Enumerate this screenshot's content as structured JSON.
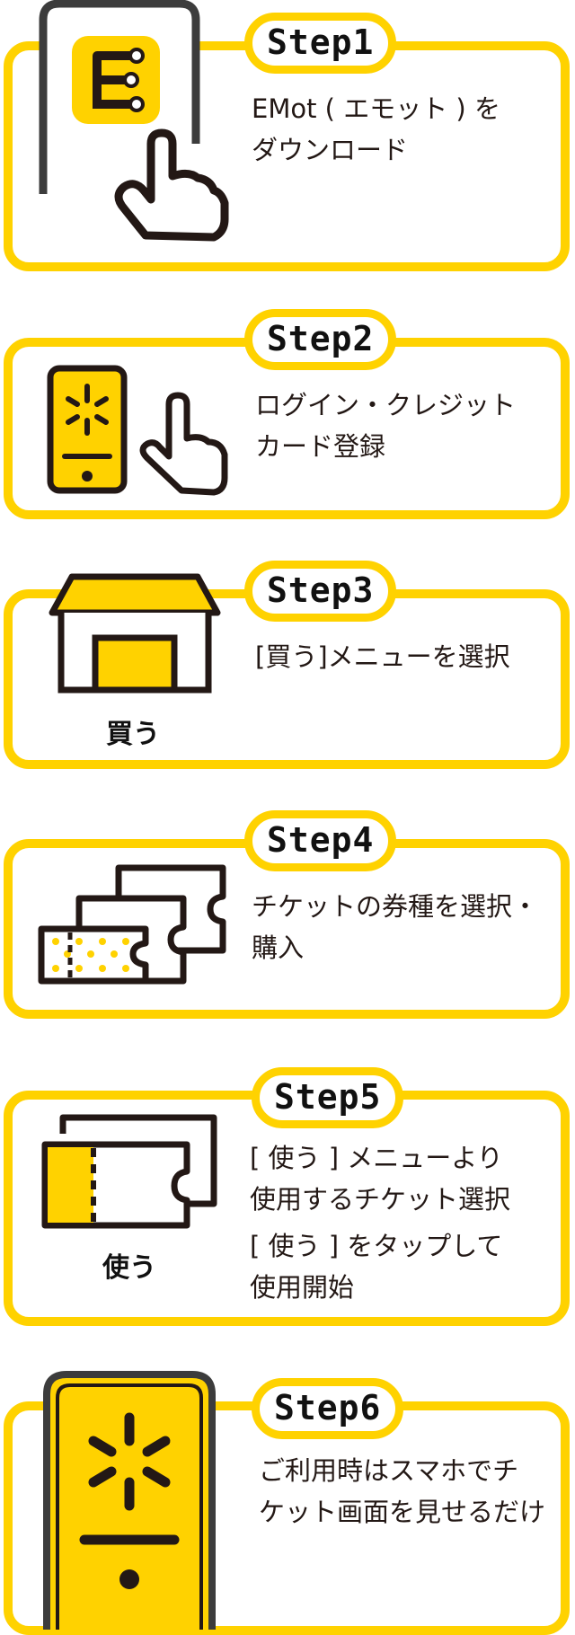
{
  "colors": {
    "accent": "#FFD200",
    "ink": "#231815",
    "phone_frame": "#3c3c3c"
  },
  "steps": [
    {
      "badge": "Step1",
      "text": "EMot ( エモット ) を\nダウンロード",
      "icon": "phone-app-tap-icon"
    },
    {
      "badge": "Step2",
      "text": "ログイン・クレジット\nカード登録",
      "icon": "phone-login-tap-icon"
    },
    {
      "badge": "Step3",
      "text": "[買う]メニューを選択",
      "icon_label": "買う",
      "icon": "shop-icon"
    },
    {
      "badge": "Step4",
      "text": "チケットの券種を選択・\n購入",
      "icon": "tickets-icon"
    },
    {
      "badge": "Step5",
      "text": "[ 使う ] メニューより\n使用するチケット選択",
      "text2": "[ 使う ] をタップして\n使用開始",
      "icon_label": "使う",
      "icon": "ticket-use-icon"
    },
    {
      "badge": "Step6",
      "text": "ご利用時はスマホでチ\nケット画面を見せるだけ",
      "icon": "phone-show-ticket-icon"
    }
  ]
}
